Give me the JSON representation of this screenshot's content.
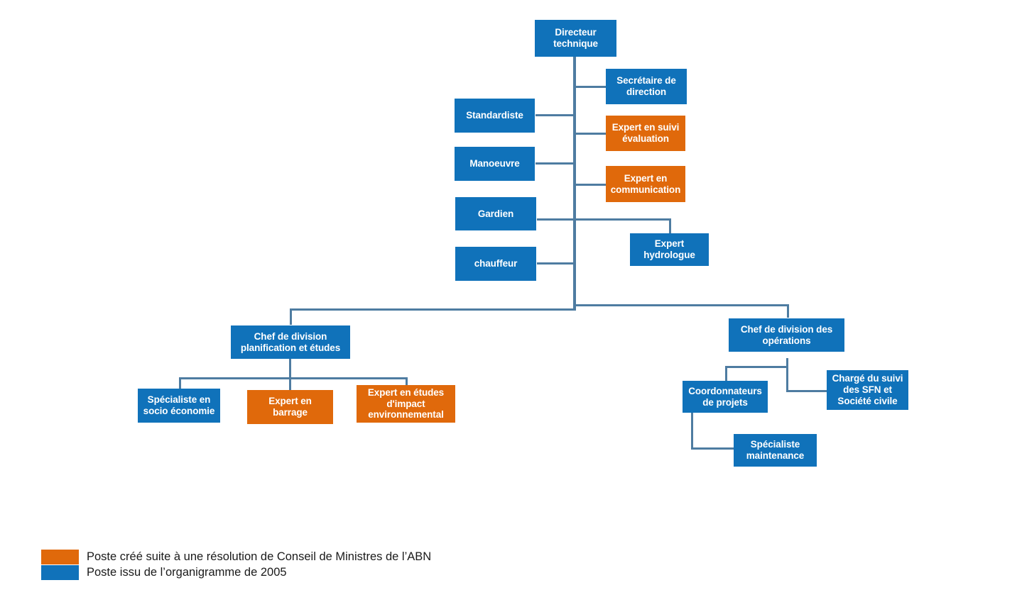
{
  "chart_data": {
    "type": "diagram",
    "title": "Organigramme de la Direction technique",
    "colors": {
      "blue": "#1072BA",
      "orange": "#E0690B",
      "connector": "#4E7CA1",
      "background": "#FFFFFF",
      "node_text": "#FFFFFF",
      "legend_text": "#1A1A1A"
    },
    "nodes": [
      {
        "id": "directeur",
        "label": "Directeur technique",
        "color": "blue",
        "level": 0
      },
      {
        "id": "secretaire",
        "label": "Secrétaire de direction",
        "color": "blue",
        "level": 1
      },
      {
        "id": "suivi",
        "label": "Expert en suivi évaluation",
        "color": "orange",
        "level": 1
      },
      {
        "id": "communication",
        "label": "Expert en communication",
        "color": "orange",
        "level": 1
      },
      {
        "id": "hydrologue",
        "label": "Expert hydrologue",
        "color": "blue",
        "level": 1
      },
      {
        "id": "standardiste",
        "label": "Standardiste",
        "color": "blue",
        "level": 1
      },
      {
        "id": "manoeuvre",
        "label": "Manoeuvre",
        "color": "blue",
        "level": 1
      },
      {
        "id": "gardien",
        "label": "Gardien",
        "color": "blue",
        "level": 1
      },
      {
        "id": "chauffeur",
        "label": "chauffeur",
        "color": "blue",
        "level": 1
      },
      {
        "id": "chef_planif",
        "label": "Chef de division planification et études",
        "color": "blue",
        "level": 1
      },
      {
        "id": "socio",
        "label": "Spécialiste en socio économie",
        "color": "blue",
        "level": 2
      },
      {
        "id": "barrage",
        "label": "Expert en barrage",
        "color": "orange",
        "level": 2
      },
      {
        "id": "impact",
        "label": "Expert en études d'impact environnemental",
        "color": "orange",
        "level": 2
      },
      {
        "id": "chef_ops",
        "label": "Chef de division des opérations",
        "color": "blue",
        "level": 1
      },
      {
        "id": "coordonnateurs",
        "label": "Coordonnateurs de projets",
        "color": "blue",
        "level": 2
      },
      {
        "id": "sfn",
        "label": "Chargé du suivi des SFN et Société civile",
        "color": "blue",
        "level": 2
      },
      {
        "id": "maintenance",
        "label": "Spécialiste maintenance",
        "color": "blue",
        "level": 3
      }
    ],
    "edges": [
      {
        "from": "directeur",
        "to": "secretaire"
      },
      {
        "from": "directeur",
        "to": "suivi"
      },
      {
        "from": "directeur",
        "to": "communication"
      },
      {
        "from": "directeur",
        "to": "hydrologue"
      },
      {
        "from": "directeur",
        "to": "standardiste"
      },
      {
        "from": "directeur",
        "to": "manoeuvre"
      },
      {
        "from": "directeur",
        "to": "gardien"
      },
      {
        "from": "directeur",
        "to": "chauffeur"
      },
      {
        "from": "directeur",
        "to": "chef_planif"
      },
      {
        "from": "directeur",
        "to": "chef_ops"
      },
      {
        "from": "chef_planif",
        "to": "socio"
      },
      {
        "from": "chef_planif",
        "to": "barrage"
      },
      {
        "from": "chef_planif",
        "to": "impact"
      },
      {
        "from": "chef_ops",
        "to": "coordonnateurs"
      },
      {
        "from": "chef_ops",
        "to": "sfn"
      },
      {
        "from": "coordonnateurs",
        "to": "maintenance"
      }
    ],
    "legend": [
      {
        "color": "orange",
        "label": "Poste créé suite à une résolution de Conseil de Ministres de l’ABN"
      },
      {
        "color": "blue",
        "label": "Poste issu de l’organigramme de 2005"
      }
    ]
  },
  "nodes": {
    "directeur": {
      "label": "Directeur technique"
    },
    "secretaire": {
      "label": "Secrétaire de direction"
    },
    "suivi": {
      "label": "Expert en suivi évaluation"
    },
    "communication": {
      "label": "Expert en communication"
    },
    "hydrologue": {
      "label": "Expert hydrologue"
    },
    "standardiste": {
      "label": "Standardiste"
    },
    "manoeuvre": {
      "label": "Manoeuvre"
    },
    "gardien": {
      "label": "Gardien"
    },
    "chauffeur": {
      "label": "chauffeur"
    },
    "chef_planif": {
      "label": "Chef de division planification et études"
    },
    "socio": {
      "label": "Spécialiste en socio économie"
    },
    "barrage": {
      "label": "Expert en barrage"
    },
    "impact": {
      "label": "Expert en études d'impact environnemental"
    },
    "chef_ops": {
      "label": "Chef de division des opérations"
    },
    "coordonnateurs": {
      "label": "Coordonnateurs de projets"
    },
    "sfn": {
      "label": "Chargé du suivi des SFN et Société civile"
    },
    "maintenance": {
      "label": "Spécialiste maintenance"
    }
  },
  "legend": {
    "orange_label": "Poste créé suite à une résolution de Conseil de Ministres de l’ABN",
    "blue_label": "Poste issu de l’organigramme de 2005"
  }
}
